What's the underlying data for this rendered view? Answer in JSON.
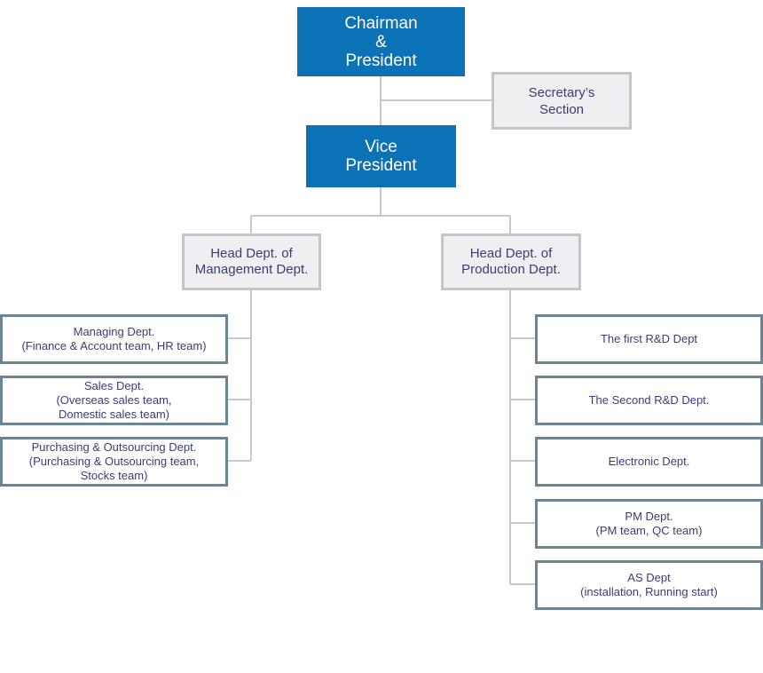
{
  "chairman": {
    "lines": [
      "Chairman",
      "&",
      "President"
    ]
  },
  "secretary": {
    "lines": [
      "Secretary’s",
      "Section"
    ]
  },
  "vice_president": {
    "lines": [
      "Vice",
      "President"
    ]
  },
  "management_head": {
    "lines": [
      "Head Dept. of",
      "Management Dept."
    ],
    "departments": [
      {
        "lines": [
          "Managing Dept.",
          "(Finance & Account team, HR team)"
        ]
      },
      {
        "lines": [
          "Sales Dept.",
          "(Overseas sales team,",
          "Domestic sales team)"
        ]
      },
      {
        "lines": [
          "Purchasing & Outsourcing Dept.",
          "(Purchasing & Outsourcing team,",
          "Stocks team)"
        ]
      }
    ]
  },
  "production_head": {
    "lines": [
      "Head Dept. of",
      "Production Dept."
    ],
    "departments": [
      {
        "lines": [
          "The first R&D Dept"
        ]
      },
      {
        "lines": [
          "The Second R&D Dept."
        ]
      },
      {
        "lines": [
          "Electronic Dept."
        ]
      },
      {
        "lines": [
          "PM Dept.",
          "(PM team, QC team)"
        ]
      },
      {
        "lines": [
          "AS Dept",
          "(installation, Running start)"
        ]
      }
    ]
  },
  "colors": {
    "executive_fill": "#0b72b5",
    "node_fill": "#efeff1",
    "node_border": "#c4c4cc",
    "dept_border": "#6b8496",
    "text": "#3c3c78",
    "connector": "#c8c8d0"
  }
}
